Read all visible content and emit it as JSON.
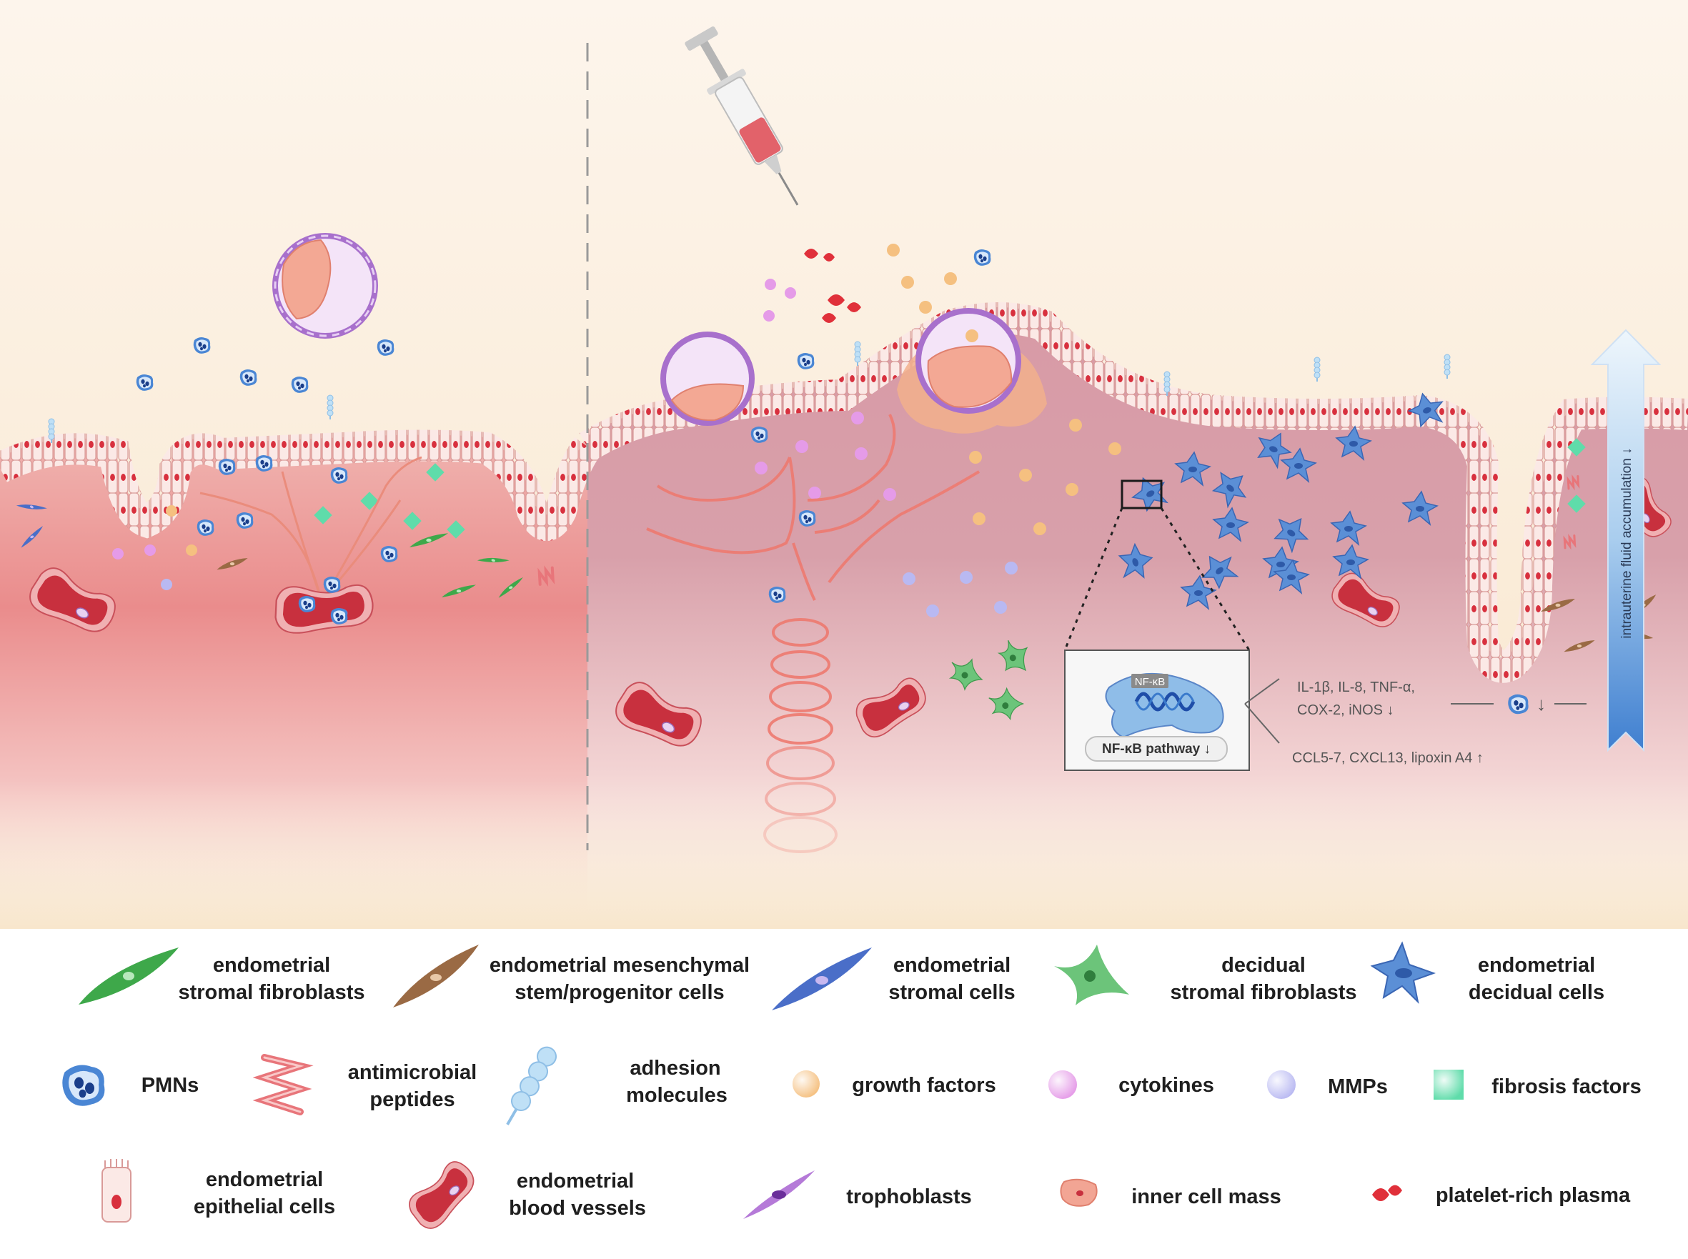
{
  "inset": {
    "nfkb_tag": "NF-κB",
    "pathway_label": "NF-κB pathway ↓",
    "cytokines_down_line1": "IL-1β, IL-8, TNF-α,",
    "cytokines_down_line2": "COX-2, iNOS ↓",
    "cytokines_up": "CCL5-7, CXCL13, lipoxin A4 ↑",
    "pmn_trend": "↓"
  },
  "side_arrow_label": "intrauterine fluid accumulation ↓",
  "legend": [
    {
      "icon": "stromal-fibroblast-icon",
      "color": "#3ea84a",
      "lines": [
        "endometrial",
        "stromal fibroblasts"
      ]
    },
    {
      "icon": "mesenchymal-stem-cell-icon",
      "color": "#9a6a44",
      "lines": [
        "endometrial mesenchymal",
        "stem/progenitor cells"
      ]
    },
    {
      "icon": "stromal-cell-icon",
      "color": "#4a6ec8",
      "lines": [
        "endometrial",
        "stromal cells"
      ]
    },
    {
      "icon": "decidual-stromal-fibroblast-icon",
      "color": "#6cc47a",
      "lines": [
        "decidual",
        "stromal fibroblasts"
      ]
    },
    {
      "icon": "decidual-cell-icon",
      "color": "#5b8fd6",
      "lines": [
        "endometrial",
        "decidual cells"
      ]
    },
    {
      "icon": "pmn-icon",
      "color": "#4a86d4",
      "lines": [
        "PMNs"
      ]
    },
    {
      "icon": "antimicrobial-peptide-icon",
      "color": "#e8757a",
      "lines": [
        "antimicrobial",
        "peptides"
      ]
    },
    {
      "icon": "adhesion-molecule-icon",
      "color": "#a8d0ee",
      "lines": [
        "adhesion",
        "molecules"
      ]
    },
    {
      "icon": "growth-factor-icon",
      "color": "#f5c080",
      "lines": [
        "growth factors"
      ]
    },
    {
      "icon": "cytokine-icon",
      "color": "#e59be8",
      "lines": [
        "cytokines"
      ]
    },
    {
      "icon": "mmp-icon",
      "color": "#b9b9f2",
      "lines": [
        "MMPs"
      ]
    },
    {
      "icon": "fibrosis-factor-icon",
      "color": "#5fdcaa",
      "lines": [
        "fibrosis factors"
      ]
    },
    {
      "icon": "epithelial-cell-icon",
      "color": "#f7d9d6",
      "lines": [
        "endometrial",
        "epithelial cells"
      ]
    },
    {
      "icon": "blood-vessel-icon",
      "color": "#c8303e",
      "lines": [
        "endometrial",
        "blood vessels"
      ]
    },
    {
      "icon": "trophoblast-icon",
      "color": "#b57ad8",
      "lines": [
        "trophoblasts"
      ]
    },
    {
      "icon": "inner-cell-mass-icon",
      "color": "#f2a594",
      "lines": [
        "inner cell mass"
      ]
    },
    {
      "icon": "platelet-rich-plasma-icon",
      "color": "#e0303a",
      "lines": [
        "platelet-rich plasma"
      ]
    }
  ]
}
